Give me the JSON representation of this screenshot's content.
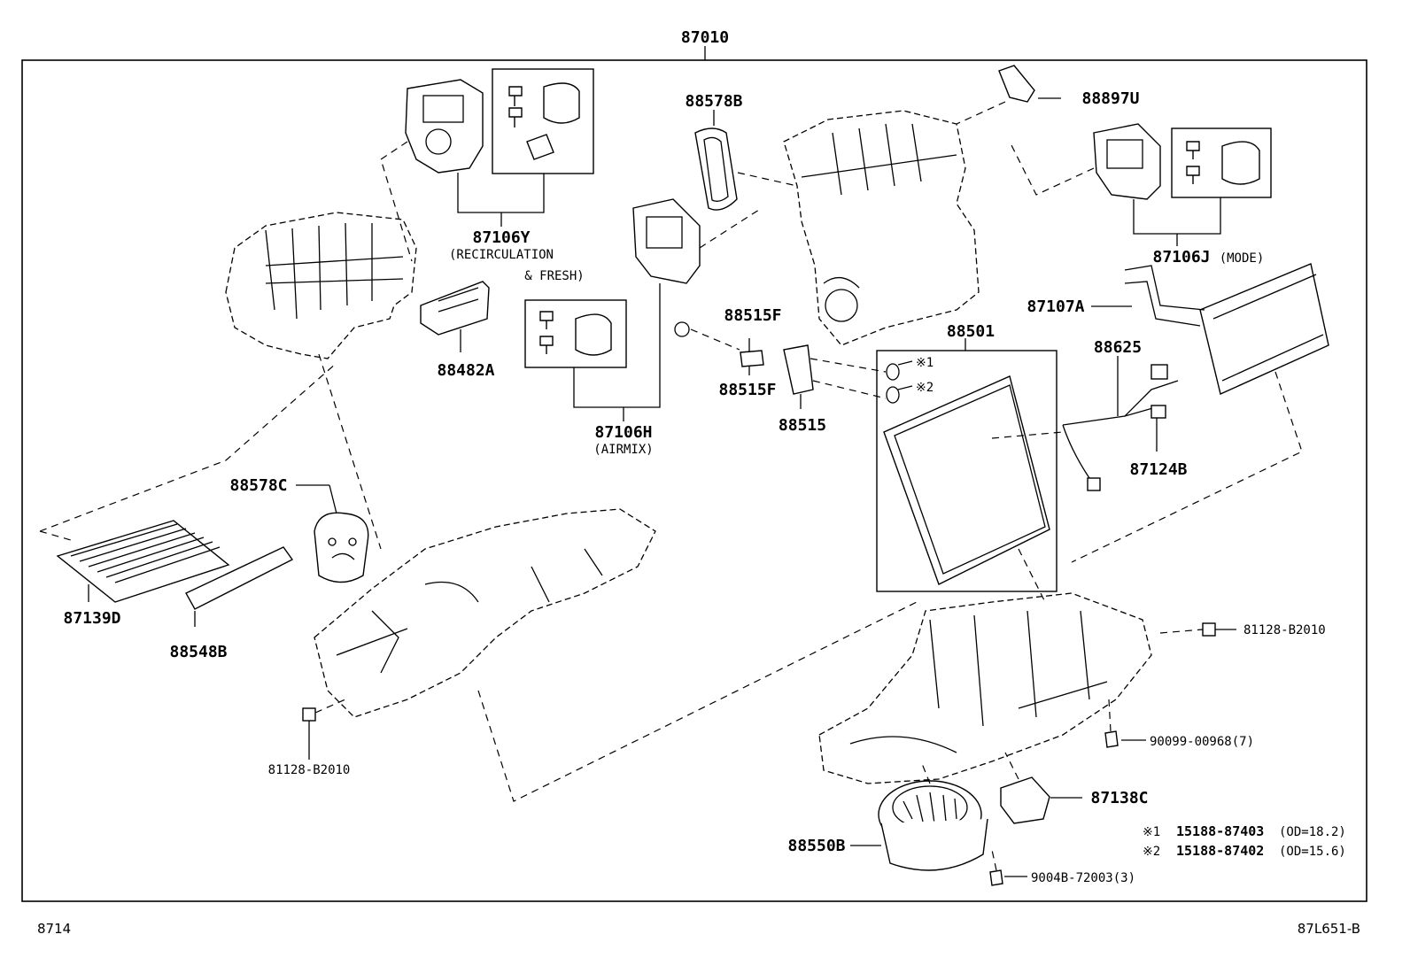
{
  "assembly": "87010",
  "labels": {
    "p88578B": "88578B",
    "p88897U": "88897U",
    "p87106Y": "87106Y",
    "p87106Y_sub1": "(RECIRCULATION",
    "p87106Y_sub2": "& FRESH)",
    "p87106J": "87106J",
    "p87106J_sub": "(MODE)",
    "p87107A": "87107A",
    "p88515F_a": "88515F",
    "p88515F_b": "88515F",
    "p88515": "88515",
    "p88501": "88501",
    "p88625": "88625",
    "p88482A": "88482A",
    "p87106H": "87106H",
    "p87106H_sub": "(AIRMIX)",
    "p87124B": "87124B",
    "p88578C": "88578C",
    "p87139D": "87139D",
    "p88548B": "88548B",
    "p81128_left": "81128-B2010",
    "p81128_right": "81128-B2010",
    "p90099": "90099-00968(7)",
    "p87138C": "87138C",
    "p88550B": "88550B",
    "p9004B": "9004B-72003(3)",
    "oring1": "※1",
    "oring2": "※2"
  },
  "notes": [
    {
      "mark": "※1",
      "part": "15188-87403",
      "spec": "(OD=18.2)"
    },
    {
      "mark": "※2",
      "part": "15188-87402",
      "spec": "(OD=15.6)"
    }
  ],
  "footer": {
    "left": "8714",
    "right": "87L651-B"
  }
}
